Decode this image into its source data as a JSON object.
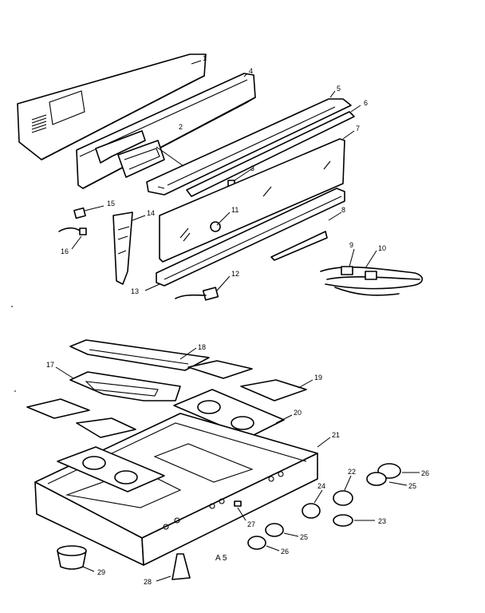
{
  "diagram": {
    "code_label": "A 5",
    "callouts": [
      {
        "id": "1",
        "label": "1"
      },
      {
        "id": "2",
        "label": "2"
      },
      {
        "id": "3",
        "label": "3"
      },
      {
        "id": "4",
        "label": "4"
      },
      {
        "id": "5",
        "label": "5"
      },
      {
        "id": "6",
        "label": "6"
      },
      {
        "id": "7",
        "label": "7"
      },
      {
        "id": "8",
        "label": "8"
      },
      {
        "id": "9",
        "label": "9"
      },
      {
        "id": "10",
        "label": "10"
      },
      {
        "id": "11",
        "label": "11"
      },
      {
        "id": "12",
        "label": "12"
      },
      {
        "id": "13",
        "label": "13"
      },
      {
        "id": "14",
        "label": "14"
      },
      {
        "id": "15",
        "label": "15"
      },
      {
        "id": "16",
        "label": "16"
      },
      {
        "id": "17",
        "label": "17"
      },
      {
        "id": "18",
        "label": "18"
      },
      {
        "id": "19",
        "label": "19"
      },
      {
        "id": "20",
        "label": "20"
      },
      {
        "id": "21",
        "label": "21"
      },
      {
        "id": "22",
        "label": "22"
      },
      {
        "id": "23",
        "label": "23"
      },
      {
        "id": "24",
        "label": "24"
      },
      {
        "id": "25a",
        "label": "25"
      },
      {
        "id": "25b",
        "label": "25"
      },
      {
        "id": "26a",
        "label": "26"
      },
      {
        "id": "26b",
        "label": "26"
      },
      {
        "id": "27",
        "label": "27"
      },
      {
        "id": "28",
        "label": "28"
      },
      {
        "id": "29",
        "label": "29"
      }
    ]
  }
}
